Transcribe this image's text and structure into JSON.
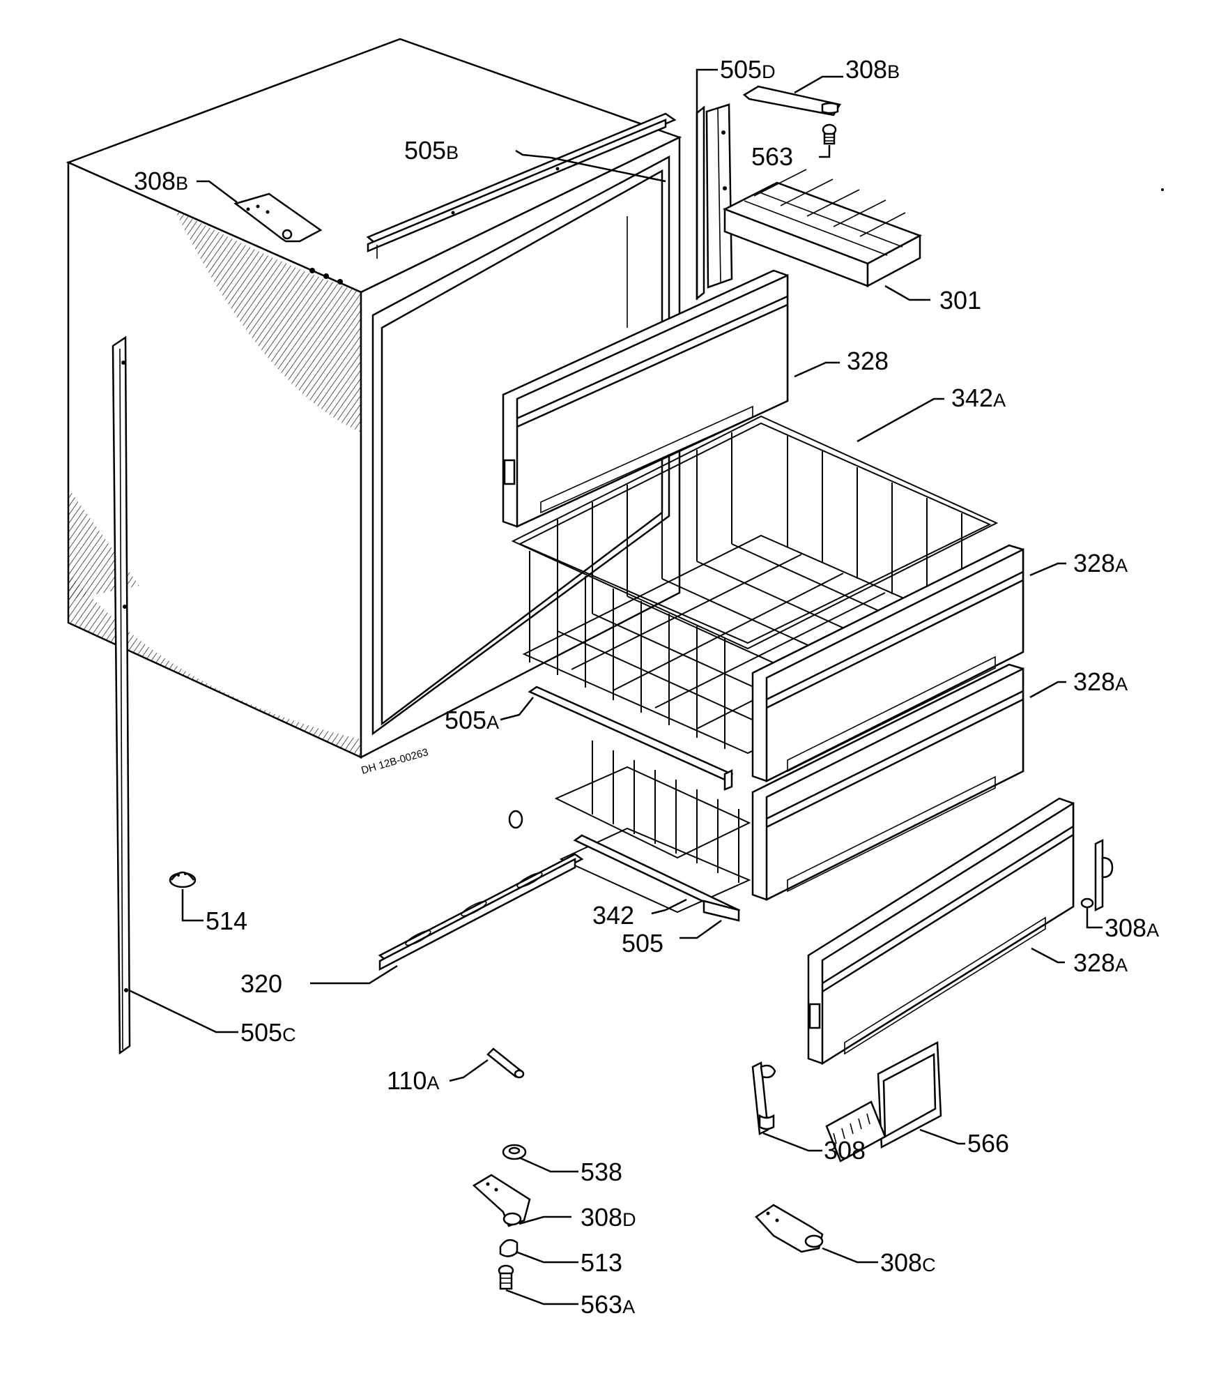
{
  "parts": {
    "p505d": {
      "num": "505",
      "suffix": "D"
    },
    "p308b_top": {
      "num": "308",
      "suffix": "B"
    },
    "p505b": {
      "num": "505",
      "suffix": "B"
    },
    "p308b_cab": {
      "num": "308",
      "suffix": "B"
    },
    "p563": {
      "num": "563",
      "suffix": ""
    },
    "p301": {
      "num": "301",
      "suffix": ""
    },
    "p328": {
      "num": "328",
      "suffix": ""
    },
    "p342a": {
      "num": "342",
      "suffix": "A"
    },
    "p328a_1": {
      "num": "328",
      "suffix": "A"
    },
    "p328a_2": {
      "num": "328",
      "suffix": "A"
    },
    "p505a": {
      "num": "505",
      "suffix": "A"
    },
    "p342": {
      "num": "342",
      "suffix": ""
    },
    "p505": {
      "num": "505",
      "suffix": ""
    },
    "p308a": {
      "num": "308",
      "suffix": "A"
    },
    "p328a_3": {
      "num": "328",
      "suffix": "A"
    },
    "p514": {
      "num": "514",
      "suffix": ""
    },
    "p320": {
      "num": "320",
      "suffix": ""
    },
    "p505c": {
      "num": "505",
      "suffix": "C"
    },
    "p110a": {
      "num": "110",
      "suffix": "A"
    },
    "p308": {
      "num": "308",
      "suffix": ""
    },
    "p566": {
      "num": "566",
      "suffix": ""
    },
    "p538": {
      "num": "538",
      "suffix": ""
    },
    "p308d": {
      "num": "308",
      "suffix": "D"
    },
    "p513": {
      "num": "513",
      "suffix": ""
    },
    "p308c": {
      "num": "308",
      "suffix": "C"
    },
    "p563a": {
      "num": "563",
      "suffix": "A"
    }
  },
  "cabinet_stamp": "DH 12B-00263"
}
